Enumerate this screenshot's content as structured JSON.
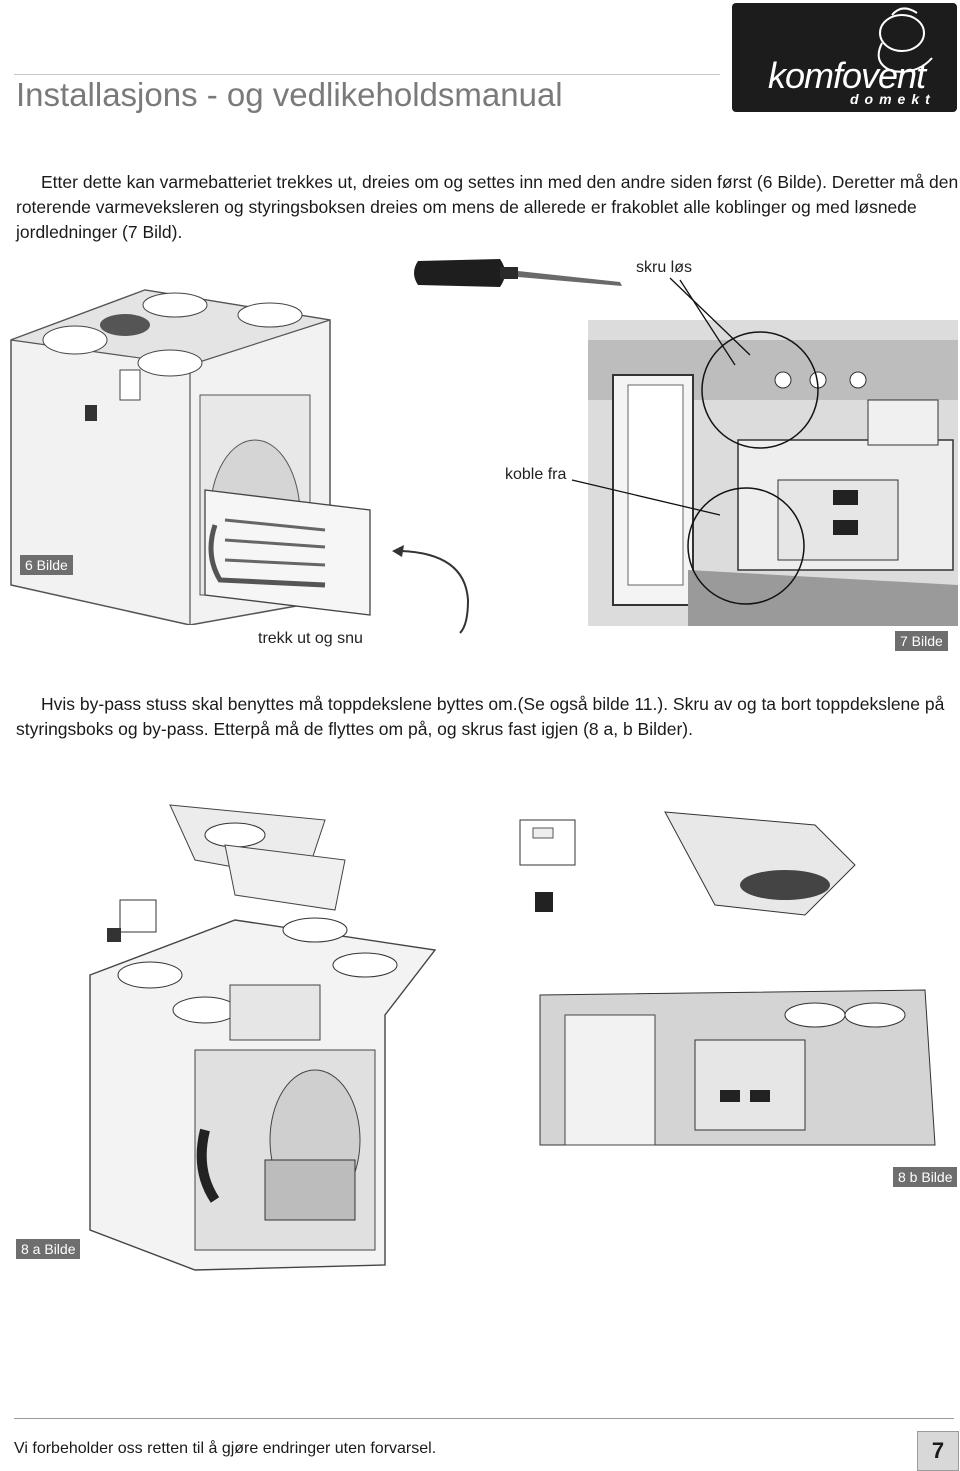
{
  "header": {
    "title": "Installasjons - og vedlikeholdsmanual",
    "logo_word": "komfovent",
    "logo_sub": "domekt"
  },
  "paragraph1": "Etter dette kan varmebatteriet trekkes ut, dreies om og settes inn med den andre siden først (6 Bilde). Deretter må den roterende varmeveksleren og styringsboksen dreies om mens de allerede er frakoblet alle koblinger og med løsnede jordledninger (7 Bild).",
  "figure_top": {
    "label_skru": "skru løs",
    "label_koble": "koble fra",
    "label_trekk": "trekk ut og snu",
    "tag_6": "6 Bilde",
    "tag_7": "7 Bilde"
  },
  "paragraph2": "Hvis by-pass stuss skal benyttes må toppdekslene byttes om.(Se også bilde 11.). Skru av og ta bort toppdekslene på styringsboks og by-pass. Etterpå må de flyttes om på, og skrus fast igjen (8 a, b Bilder).",
  "figure_bottom": {
    "tag_8a": "8 a Bilde",
    "tag_8b": "8 b Bilde"
  },
  "footer": {
    "text": "Vi forbeholder oss retten til å gjøre endringer uten forvarsel.",
    "page_number": "7"
  }
}
